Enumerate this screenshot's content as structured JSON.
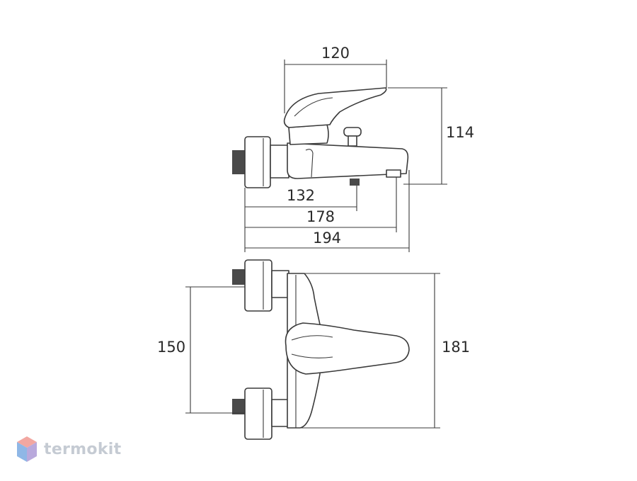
{
  "dimensions": {
    "top_handle_reach": "120",
    "top_height": "114",
    "top_small": "132",
    "top_mid": "178",
    "top_total": "194",
    "front_spacing": "150",
    "front_height": "181"
  },
  "logo": {
    "text": "termokit",
    "colors": {
      "top": "#f2a7a1",
      "left": "#8fb7e6",
      "right": "#b9a9dc"
    }
  },
  "colors": {
    "line": "#3a3a3a",
    "text": "#2a2a2a"
  }
}
